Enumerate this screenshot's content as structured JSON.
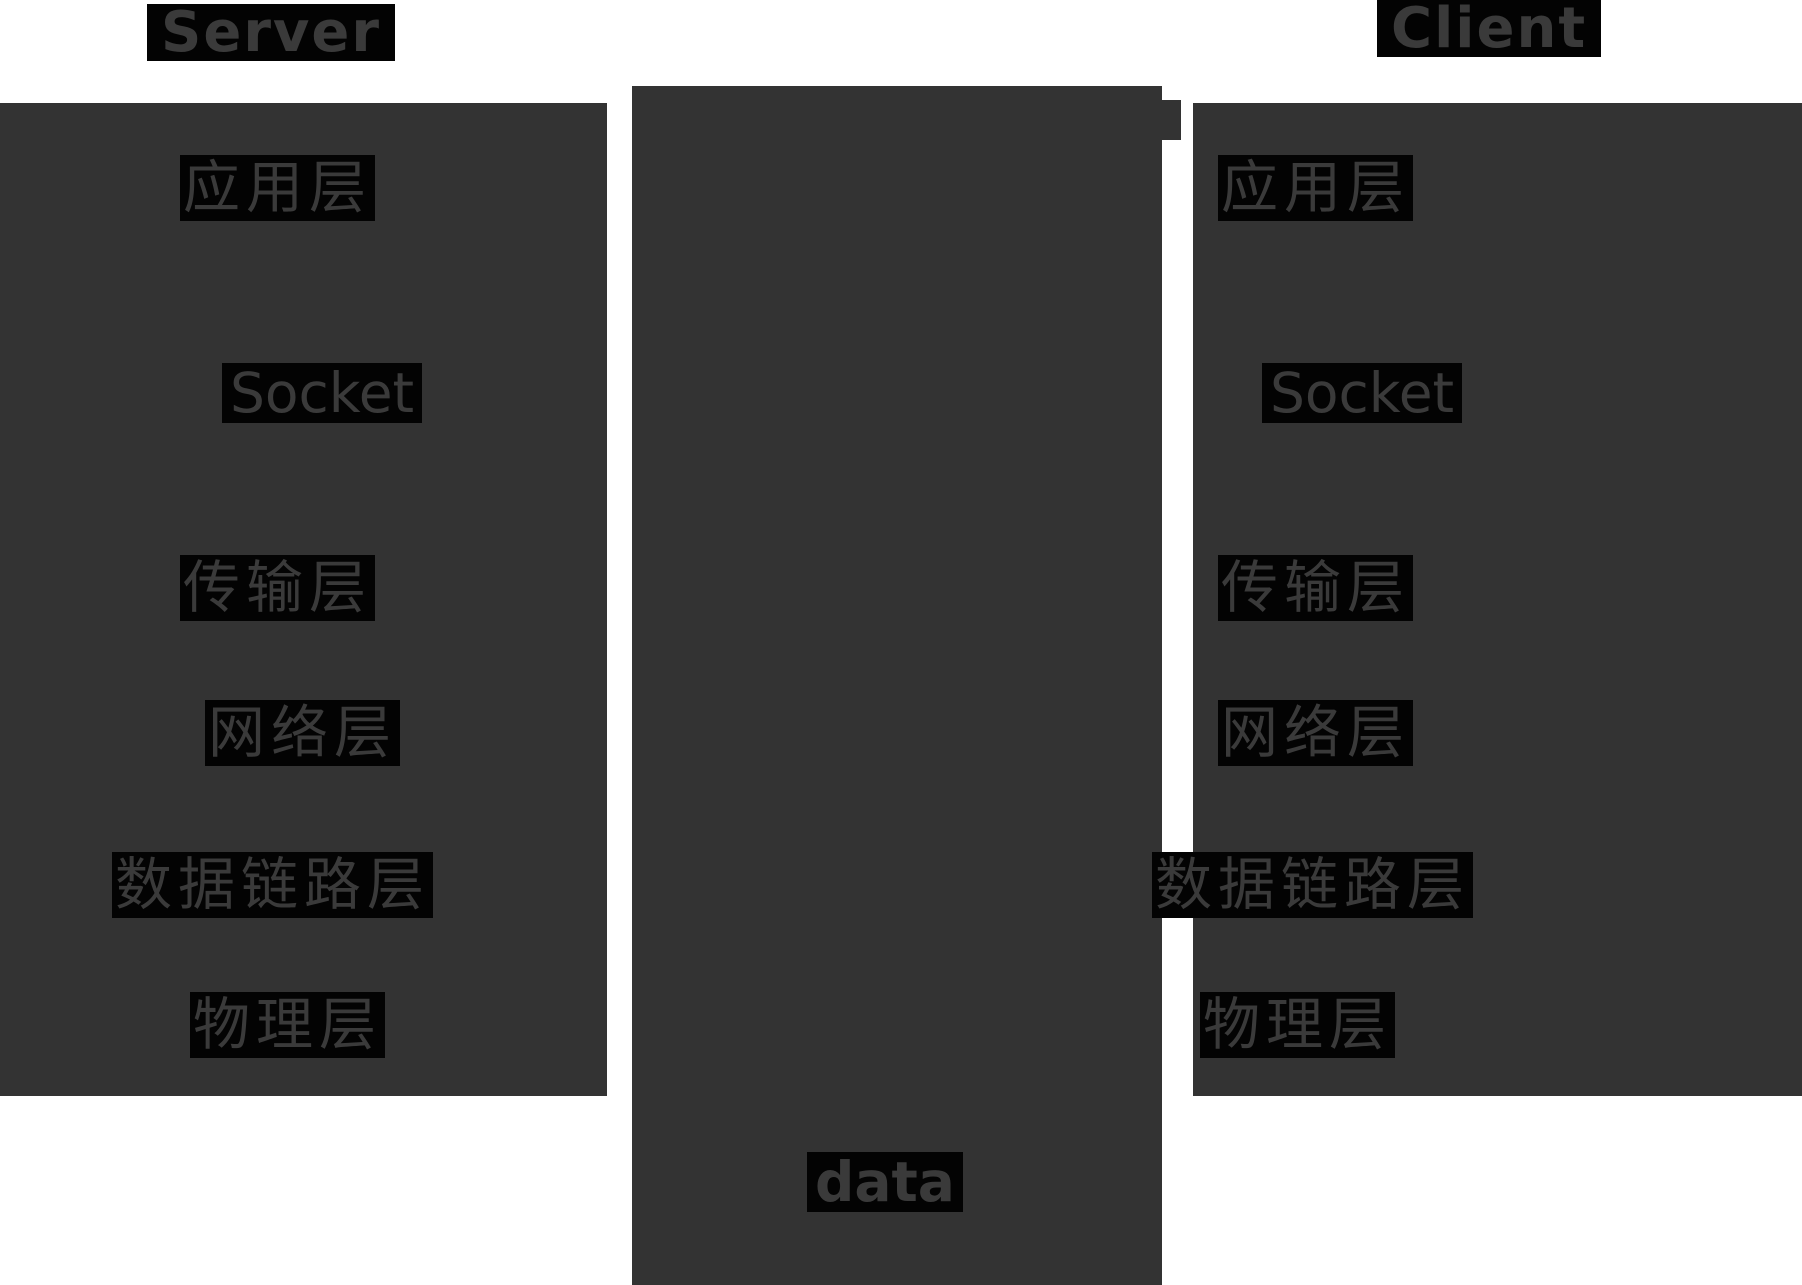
{
  "diagram": {
    "title": "Socket client-server network stack diagram",
    "server_column": {
      "title": "Server",
      "layers": [
        "应用层",
        "Socket",
        "传输层",
        "网络层",
        "数据链路层",
        "物理层"
      ]
    },
    "client_column": {
      "title": "Client",
      "layers": [
        "应用层",
        "Socket",
        "传输层",
        "网络层",
        "数据链路层",
        "物理层"
      ]
    },
    "middle_column": {
      "label": "data"
    }
  },
  "colors": {
    "background": "#ffffff",
    "panel": "#333333",
    "highlight_box": "#030303",
    "text_on_highlight": "#3a3a3a"
  }
}
